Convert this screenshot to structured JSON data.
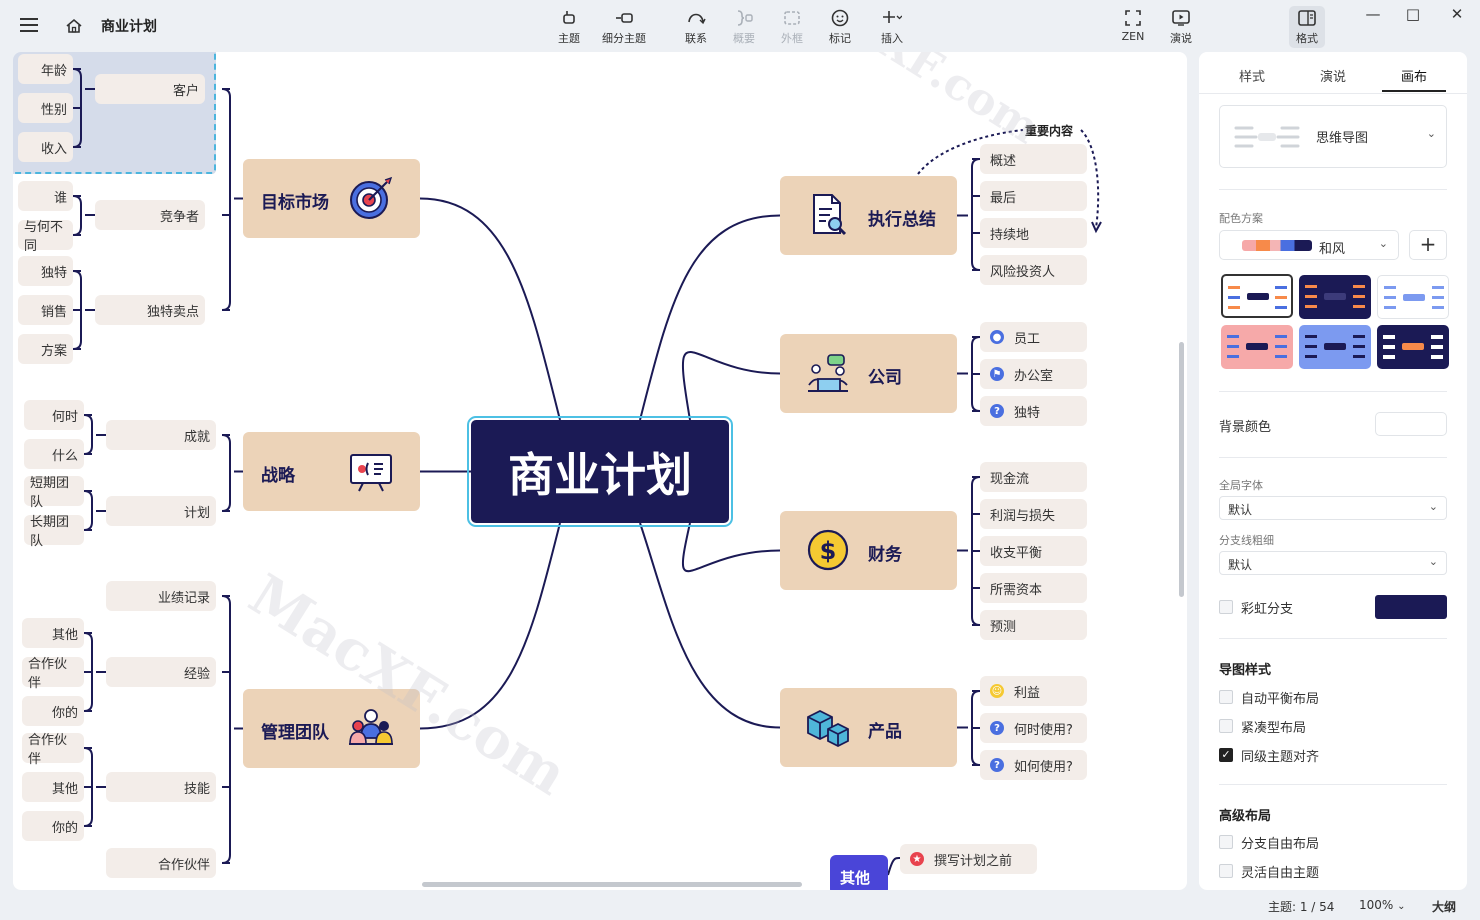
{
  "app": {
    "title": "商业计划"
  },
  "toolbar": {
    "topic": "主题",
    "subtopic": "细分主题",
    "relation": "联系",
    "summary": "概要",
    "boundary": "外框",
    "marker": "标记",
    "insert": "插入",
    "zen": "ZEN",
    "present": "演说",
    "format": "格式"
  },
  "map": {
    "central": "商业计划",
    "right": [
      {
        "title": "执行总结",
        "icon": "document-search-icon",
        "items": [
          "概述",
          "最后",
          "持续地",
          "风险投资人"
        ]
      },
      {
        "title": "公司",
        "icon": "meeting-icon",
        "items": [
          "员工",
          "办公室",
          "独特"
        ]
      },
      {
        "title": "财务",
        "icon": "dollar-coin-icon",
        "items": [
          "现金流",
          "利润与损失",
          "收支平衡",
          "所需资本",
          "预测"
        ]
      },
      {
        "title": "产品",
        "icon": "boxes-icon",
        "items": [
          "利益",
          "何时使用?",
          "如何使用?"
        ]
      }
    ],
    "left": [
      {
        "title": "目标市场",
        "icon": "target-icon",
        "subs": [
          {
            "label": "客户",
            "leaves": [
              "年龄",
              "性别",
              "收入"
            ]
          },
          {
            "label": "竞争者",
            "leaves": [
              "谁",
              "与何不同"
            ]
          },
          {
            "label": "独特卖点",
            "leaves": [
              "独特",
              "销售",
              "方案"
            ]
          }
        ]
      },
      {
        "title": "战略",
        "icon": "presentation-board-icon",
        "subs": [
          {
            "label": "成就",
            "leaves": [
              "何时",
              "什么"
            ]
          },
          {
            "label": "计划",
            "leaves": [
              "短期团队",
              "长期团队"
            ]
          }
        ]
      },
      {
        "title": "管理团队",
        "icon": "team-people-icon",
        "subs": [
          {
            "label": "业绩记录",
            "leaves": []
          },
          {
            "label": "经验",
            "leaves": [
              "其他",
              "合作伙伴",
              "你的"
            ]
          },
          {
            "label": "技能",
            "leaves": [
              "合作伙伴",
              "其他",
              "你的"
            ]
          },
          {
            "label": "合作伙伴",
            "leaves": []
          }
        ]
      }
    ],
    "floating": {
      "other": "其他",
      "note": "撰写计划之前",
      "important": "重要内容"
    }
  },
  "panel": {
    "tabs": [
      "样式",
      "演说",
      "画布"
    ],
    "structure": "思维导图",
    "color_scheme_label": "配色方案",
    "color_scheme": "和风",
    "bg_color": "背景颜色",
    "global_font": "全局字体",
    "global_font_value": "默认",
    "branch_width": "分支线粗细",
    "branch_width_value": "默认",
    "rainbow": "彩虹分支",
    "map_style": "导图样式",
    "auto_balance": "自动平衡布局",
    "compact": "紧凑型布局",
    "align_siblings": "同级主题对齐",
    "advanced": "高级布局",
    "free_branch": "分支自由布局",
    "free_topic": "灵活自由主题"
  },
  "status": {
    "topics": "主题: 1 / 54",
    "zoom": "100%",
    "outline": "大纲"
  },
  "watermark": "MacXF.com",
  "colors": {
    "central": "#1b1a55",
    "main_topic": "#ecd3b8",
    "subtopic": "#f3ede9",
    "line": "#1b1a55",
    "accent": "#4a45d8",
    "rainbow_swatch": "#1b1a55"
  }
}
